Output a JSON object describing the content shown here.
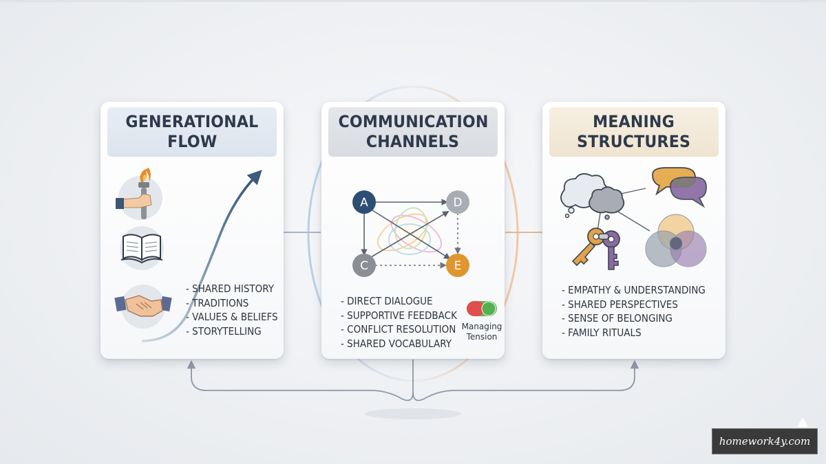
{
  "cards": [
    {
      "title_line1": "GENERATIONAL",
      "title_line2": "FLOW",
      "bullets": [
        "- SHARED HISTORY",
        "- TRADITIONS",
        "- VALUES & BELIEFS",
        "- STORYTELLING"
      ],
      "icons": [
        "torch-icon",
        "open-book-icon",
        "handshake-icon",
        "rising-arrow"
      ]
    },
    {
      "title_line1": "COMMUNICATION",
      "title_line2": "CHANNELS",
      "nodes": [
        "A",
        "D",
        "C",
        "E"
      ],
      "bullets": [
        "- DIRECT DIALOGUE",
        "- SUPPORTIVE FEEDBACK",
        "- CONFLICT RESOLUTION",
        "- SHARED VOCABULARY"
      ],
      "toggle_label_line1": "Managing",
      "toggle_label_line2": "Tension"
    },
    {
      "title_line1": "MEANING",
      "title_line2": "STRUCTURES",
      "bullets": [
        "- EMPATHY & UNDERSTANDING",
        "- SHARED PERSPECTIVES",
        "- SENSE OF BELONGING",
        "- FAMILY RITUALS"
      ],
      "icons": [
        "thought-clouds-icon",
        "speech-bubbles-icon",
        "keys-icon",
        "venn-diagram-icon"
      ]
    }
  ],
  "watermark": "homework4y.com",
  "colors": {
    "node_a": "#2d4f73",
    "node_d": "#a9adb3",
    "node_c": "#8b8f95",
    "node_e": "#e0952f",
    "arrow_blue": "#3d5b7c",
    "toggle_red": "#e04e4e",
    "toggle_green": "#5fb85a"
  }
}
